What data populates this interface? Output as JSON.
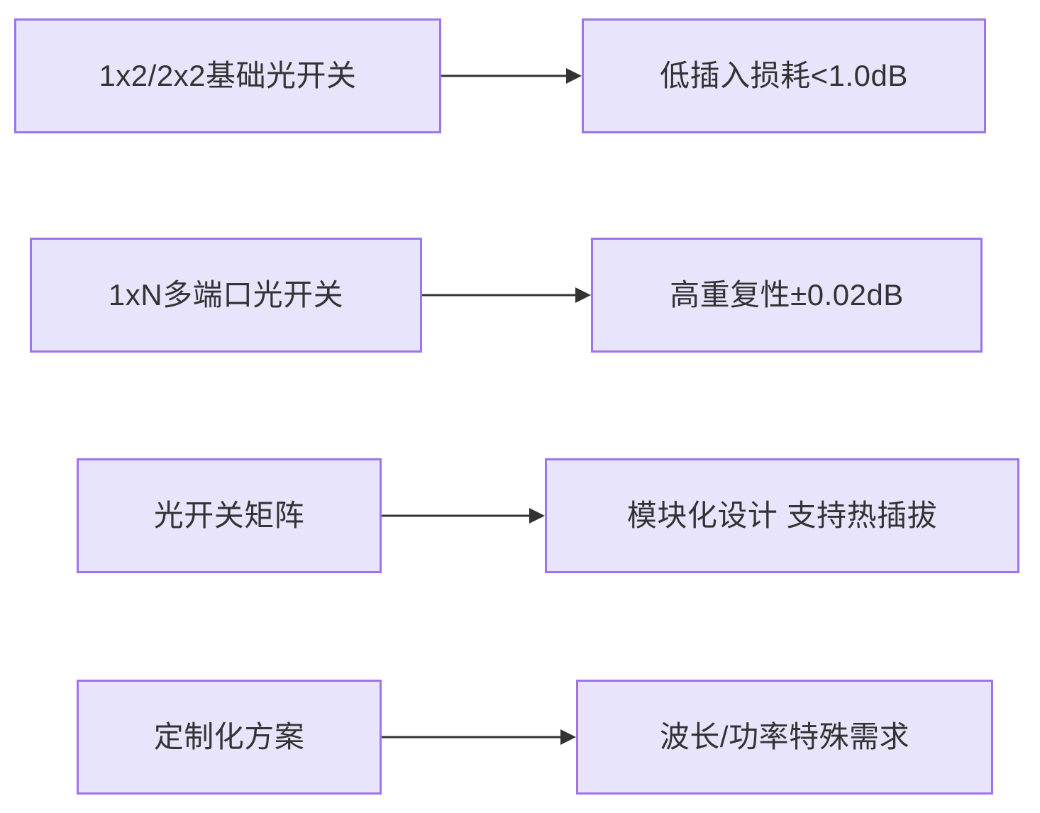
{
  "diagram": {
    "type": "flowchart",
    "orientation": "left-to-right",
    "background_color": "#ffffff",
    "node_fill_color": "#e8e4fb",
    "node_border_color": "#9f74e8",
    "node_text_color": "#333333",
    "edge_color": "#333333",
    "rows": [
      {
        "id": "row-1",
        "source_label": "1x2/2x2基础光开关",
        "target_label": "低插入损耗<1.0dB",
        "edge_type": "arrow"
      },
      {
        "id": "row-2",
        "source_label": "1xN多端口光开关",
        "target_label": "高重复性±0.02dB",
        "edge_type": "arrow"
      },
      {
        "id": "row-3",
        "source_label": "光开关矩阵",
        "target_label": "模块化设计 支持热插拔",
        "edge_type": "arrow"
      },
      {
        "id": "row-4",
        "source_label": "定制化方案",
        "target_label": "波长/功率特殊需求",
        "edge_type": "arrow"
      }
    ]
  }
}
